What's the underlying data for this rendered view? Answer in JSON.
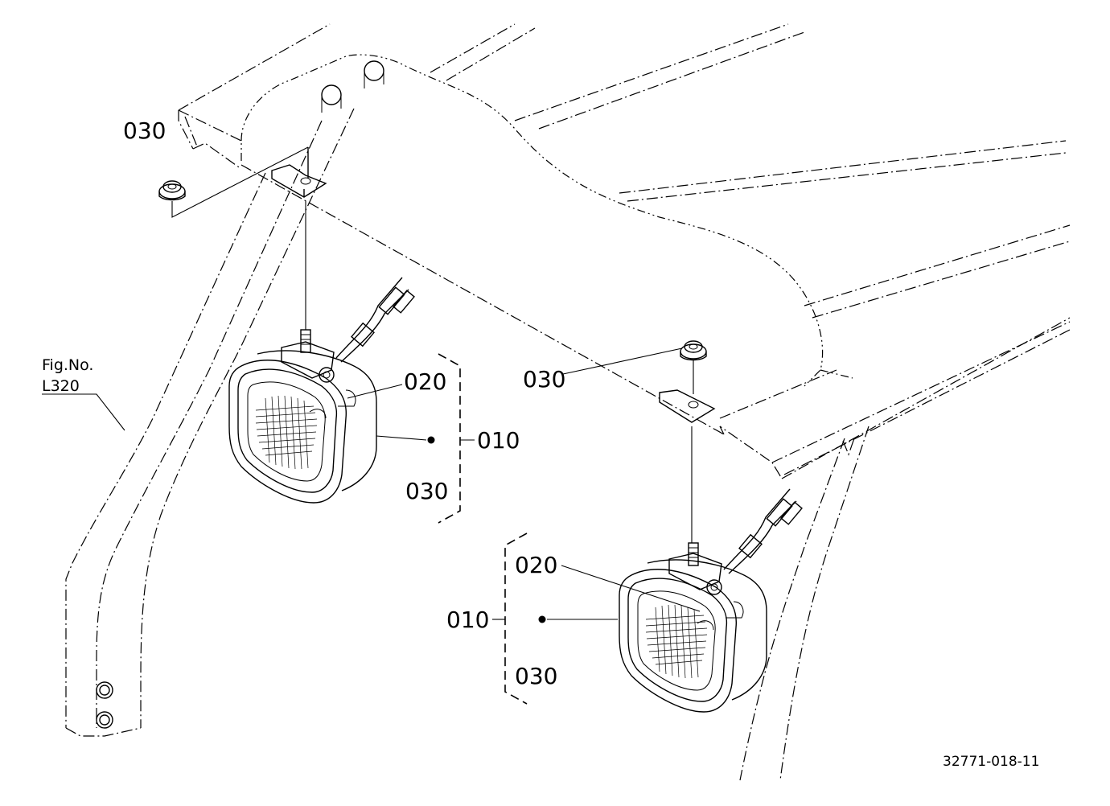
{
  "diagram": {
    "callouts": {
      "nut_top_left": "030",
      "lamp1_bulb": "020",
      "lamp1_assembly": "010",
      "lamp1_nut": "030",
      "nut_center": "030",
      "lamp2_bulb": "020",
      "lamp2_assembly": "010",
      "lamp2_nut": "030"
    },
    "figure_reference": {
      "line1": "Fig.No.",
      "line2": "L320"
    },
    "drawing_number": "32771-018-11"
  }
}
